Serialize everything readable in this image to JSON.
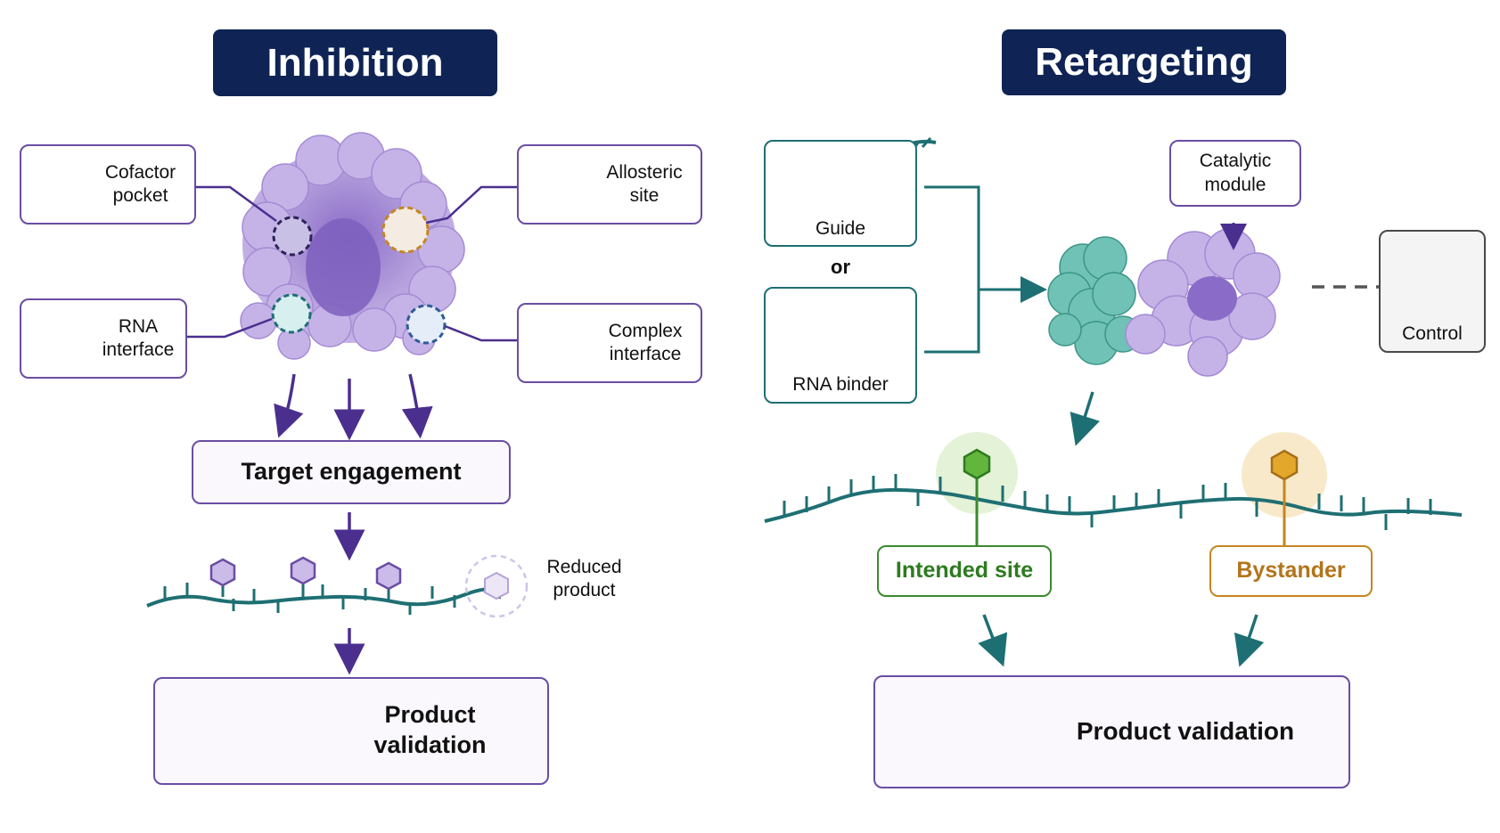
{
  "panels": {
    "inhibition": {
      "title": "Inhibition",
      "sites": {
        "cofactor": "Cofactor\npocket",
        "allosteric": "Allosteric\nsite",
        "rna": "RNA\ninterface",
        "complex": "Complex\ninterface"
      },
      "engagement": "Target engagement",
      "reduced": "Reduced\nproduct",
      "validation": "Product validation"
    },
    "retargeting": {
      "title": "Retargeting",
      "guide": "Guide",
      "or": "or",
      "binder": "RNA binder",
      "catalytic": "Catalytic\nmodule",
      "control": "Control",
      "intended": "Intended site",
      "bystander": "Bystander",
      "validation": "Product validation"
    }
  },
  "colors": {
    "title_bg": "#0f2454",
    "purple": "#6a4da3",
    "protein_purple": "#b7a2dd",
    "teal": "#1e6f73",
    "green": "#3a8a2e",
    "amber": "#c4861f",
    "blue": "#3f6fd0"
  },
  "icons": [
    "cofactor-molecule-icon",
    "allosteric-triangle-icon",
    "rna-helix-icon",
    "complex-interface-icon",
    "test-tube-icon",
    "chromatogram-icon",
    "shield-check-icon",
    "guide-rna-icon"
  ]
}
